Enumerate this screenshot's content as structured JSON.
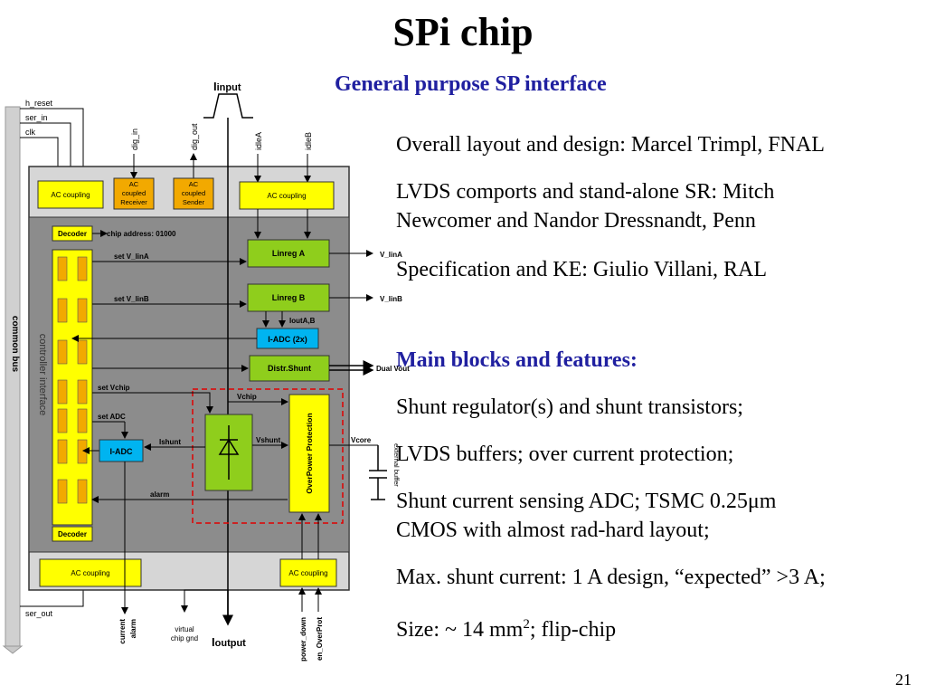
{
  "slide": {
    "title": "SPi chip",
    "subtitle": "General purpose SP interface",
    "credits": [
      "Overall layout and design: Marcel Trimpl, FNAL",
      "LVDS comports and stand-alone SR: Mitch",
      "Newcomer and Nandor Dressnandt, Penn",
      "Specification and KE: Giulio Villani, RAL"
    ],
    "features_heading": "Main blocks and features:",
    "features": [
      "Shunt regulator(s) and shunt transistors;",
      "LVDS buffers; over current protection;",
      "Shunt current sensing ADC; TSMC 0.25μm",
      "CMOS with almost rad-hard layout;",
      "Max. shunt current: 1 A design, “expected” >3 A;"
    ],
    "size_text": "Size: ~ 14 mm",
    "size_sup": "2",
    "size_tail": "; flip-chip",
    "page_number": "21"
  },
  "diagram": {
    "i_input_main": "I",
    "i_input_sub": "input",
    "i_output_main": "I",
    "i_output_sub": "output",
    "common_bus": "common bus",
    "h_reset": "h_reset",
    "ser_in": "ser_in",
    "clk": "clk",
    "ser_out": "ser_out",
    "dig_in": "dig_in",
    "dig_out": "dig_out",
    "idleA": "idleA",
    "idleB": "idleB",
    "ac_coupling": "AC coupling",
    "ac_receiver": [
      "AC",
      "coupled",
      "Receiver"
    ],
    "ac_sender": [
      "AC",
      "coupled",
      "Sender"
    ],
    "decoder": "Decoder",
    "chip_address": "chip address: 01000",
    "controller_interface": "controller interface",
    "set_v_lina": "set V_linA",
    "set_v_linb": "set V_linB",
    "set_vchip": "set Vchip",
    "set_adc": "set ADC",
    "linreg_a": "Linreg A",
    "linreg_b": "Linreg B",
    "v_lina": "V_linA",
    "v_linb": "V_linB",
    "ioutab": "IoutA,B",
    "i_adc_2x": "I-ADC (2x)",
    "distr_shunt": "Distr.Shunt",
    "dual_vout": "Dual Vout",
    "vchip": "Vchip",
    "vshunt": "Vshunt",
    "vcore": "Vcore",
    "ishunt": "Ishunt",
    "i_adc": "I-ADC",
    "alarm": "alarm",
    "overpower": "OverPower Protection",
    "external_buffer": "external buffer",
    "current_alarm": [
      "current",
      "alarm"
    ],
    "virtual_gnd": [
      "virtual",
      "chip gnd"
    ],
    "power_down": "power_down",
    "en_overprot": "en_OverProt"
  }
}
